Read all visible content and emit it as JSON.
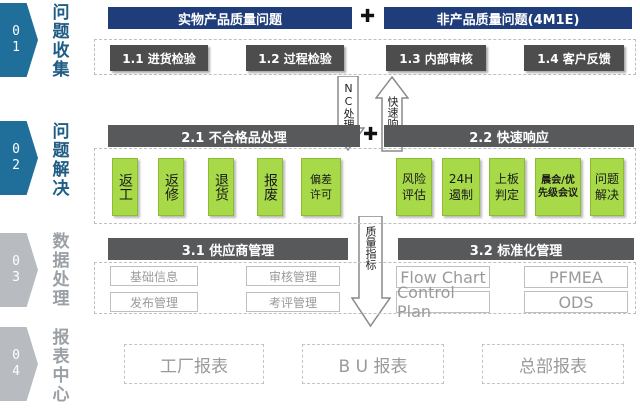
{
  "colors": {
    "blue_stage": "#1f6f9a",
    "grey_stage": "#b8bcc0",
    "navy": "#1f3d7a",
    "dark": "#58595b",
    "green": "#a7d948"
  },
  "stages": [
    {
      "num": [
        "0",
        "1"
      ],
      "title": [
        "问",
        "题",
        "收",
        "集"
      ]
    },
    {
      "num": [
        "0",
        "2"
      ],
      "title": [
        "问",
        "题",
        "解",
        "决"
      ]
    },
    {
      "num": [
        "0",
        "3"
      ],
      "title": [
        "数",
        "据",
        "处",
        "理"
      ]
    },
    {
      "num": [
        "0",
        "4"
      ],
      "title": [
        "报",
        "表",
        "中",
        "心"
      ]
    }
  ],
  "collect": {
    "product_header": "实物产品质量问题",
    "nonproduct_header": "非产品质量问题(4M1E)",
    "plus": "✚",
    "items": [
      "1.1 进货检验",
      "1.2 过程检验",
      "1.3 内部审核",
      "1.4 客户反馈"
    ]
  },
  "arrows": {
    "nc": "NC处理",
    "quick": "快速响应",
    "quality": "质量指标"
  },
  "solve": {
    "ng_header": "2.1 不合格品处理",
    "quick_header": "2.2 快速响应",
    "ng_items": [
      "返工",
      "返修",
      "退货",
      "报废",
      "偏差许可"
    ],
    "quick_items": [
      "风险评估",
      "24H遏制",
      "上板判定",
      "晨会/优先级会议",
      "问题解决"
    ]
  },
  "data": {
    "supplier_header": "3.1 供应商管理",
    "standard_header": "3.2 标准化管理",
    "supplier_items": [
      "基础信息",
      "审核管理",
      "发布管理",
      "考评管理"
    ],
    "standard_items": [
      "Flow Chart",
      "PFMEA",
      "Control Plan",
      "ODS"
    ]
  },
  "reports": [
    "工厂报表",
    "B U 报表",
    "总部报表"
  ]
}
